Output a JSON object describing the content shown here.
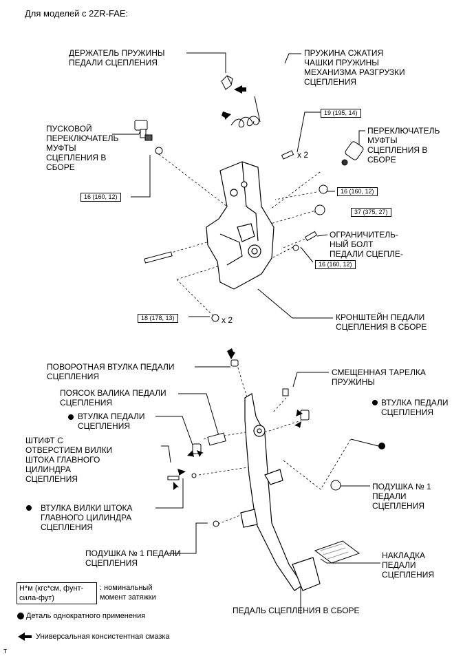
{
  "header": "Для моделей с 2ZR-FAE:",
  "labels": {
    "spring_holder": "ДЕРЖАТЕЛЬ ПРУЖИНЫ\nПЕДАЛИ СЦЕПЛЕНИЯ",
    "spring": "ПРУЖИНА СЖАТИЯ\nЧАШКИ ПРУЖИНЫ\nМЕХАНИЗМА РАЗГРУЗКИ\nСЦЕПЛЕНИЯ",
    "start_switch": "ПУСКОВОЙ\nПЕРЕКЛЮЧАТЕЛЬ\nМУФТЫ\nСЦЕПЛЕНИЯ В\nСБОРЕ",
    "switch_assy": "ПЕРЕКЛЮЧАТЕЛЬ\nМУФТЫ\nСЦЕПЛЕНИЯ В\nСБОРЕ",
    "stop_bolt": "ОГРАНИЧИТЕЛЬ-\nНЫЙ БОЛТ\nПЕДАЛИ СЦЕПЛЕ-\nНИЯ",
    "bracket": "КРОНШТЕЙН ПЕДАЛИ\nСЦЕПЛЕНИЯ В СБОРЕ",
    "turn_bushing": "ПОВОРОТНАЯ ВТУЛКА ПЕДАЛИ\nСЦЕПЛЕНИЯ",
    "shaft_collar": "ПОЯСОК ВАЛИКА ПЕДАЛИ\nСЦЕПЛЕНИЯ",
    "bushing_left": "ВТУЛКА ПЕДАЛИ\nСЦЕПЛЕНИЯ",
    "pin": "ШТИФТ С\nОТВЕРСТИЕМ ВИЛКИ\nШТОКА ГЛАВНОГО\nЦИЛИНДРА\nСЦЕПЛЕНИЯ",
    "yoke_bushing": "ВТУЛКА ВИЛКИ ШТОКА\nГЛАВНОГО ЦИЛИНДРА\nСЦЕПЛЕНИЯ",
    "cushion_bottom": "ПОДУШКА № 1 ПЕДАЛИ\nСЦЕПЛЕНИЯ",
    "spring_seat": "СМЕЩЕННАЯ ТАРЕЛКА\nПРУЖИНЫ",
    "bushing_right": "ВТУЛКА ПЕДАЛИ\nСЦЕПЛЕНИЯ",
    "cushion_right": "ПОДУШКА № 1\nПЕДАЛИ\nСЦЕПЛЕНИЯ",
    "pad": "НАКЛАДКА\nПЕДАЛИ\nСЦЕПЛЕНИЯ",
    "pedal_assy": "ПЕДАЛЬ СЦЕПЛЕНИЯ В СБОРЕ"
  },
  "torques": {
    "t19": "19 (195, 14)",
    "t16a": "16 (160, 12)",
    "t16b": "16 (160, 12)",
    "t37": "37 (375, 27)",
    "t16c": "16 (160, 12)",
    "t18": "18 (178, 13)"
  },
  "multipliers": {
    "x2_top": "x 2",
    "x2_bottom": "x 2"
  },
  "legend": {
    "box": "Н*м (кгс*см, фунт-\nсила-фут)",
    "desc": ": номинальный\nмомент затяжки",
    "non_reusable": "Деталь однократного применения",
    "grease": "Универсальная консистентная смазка"
  },
  "corner_mark": "т"
}
